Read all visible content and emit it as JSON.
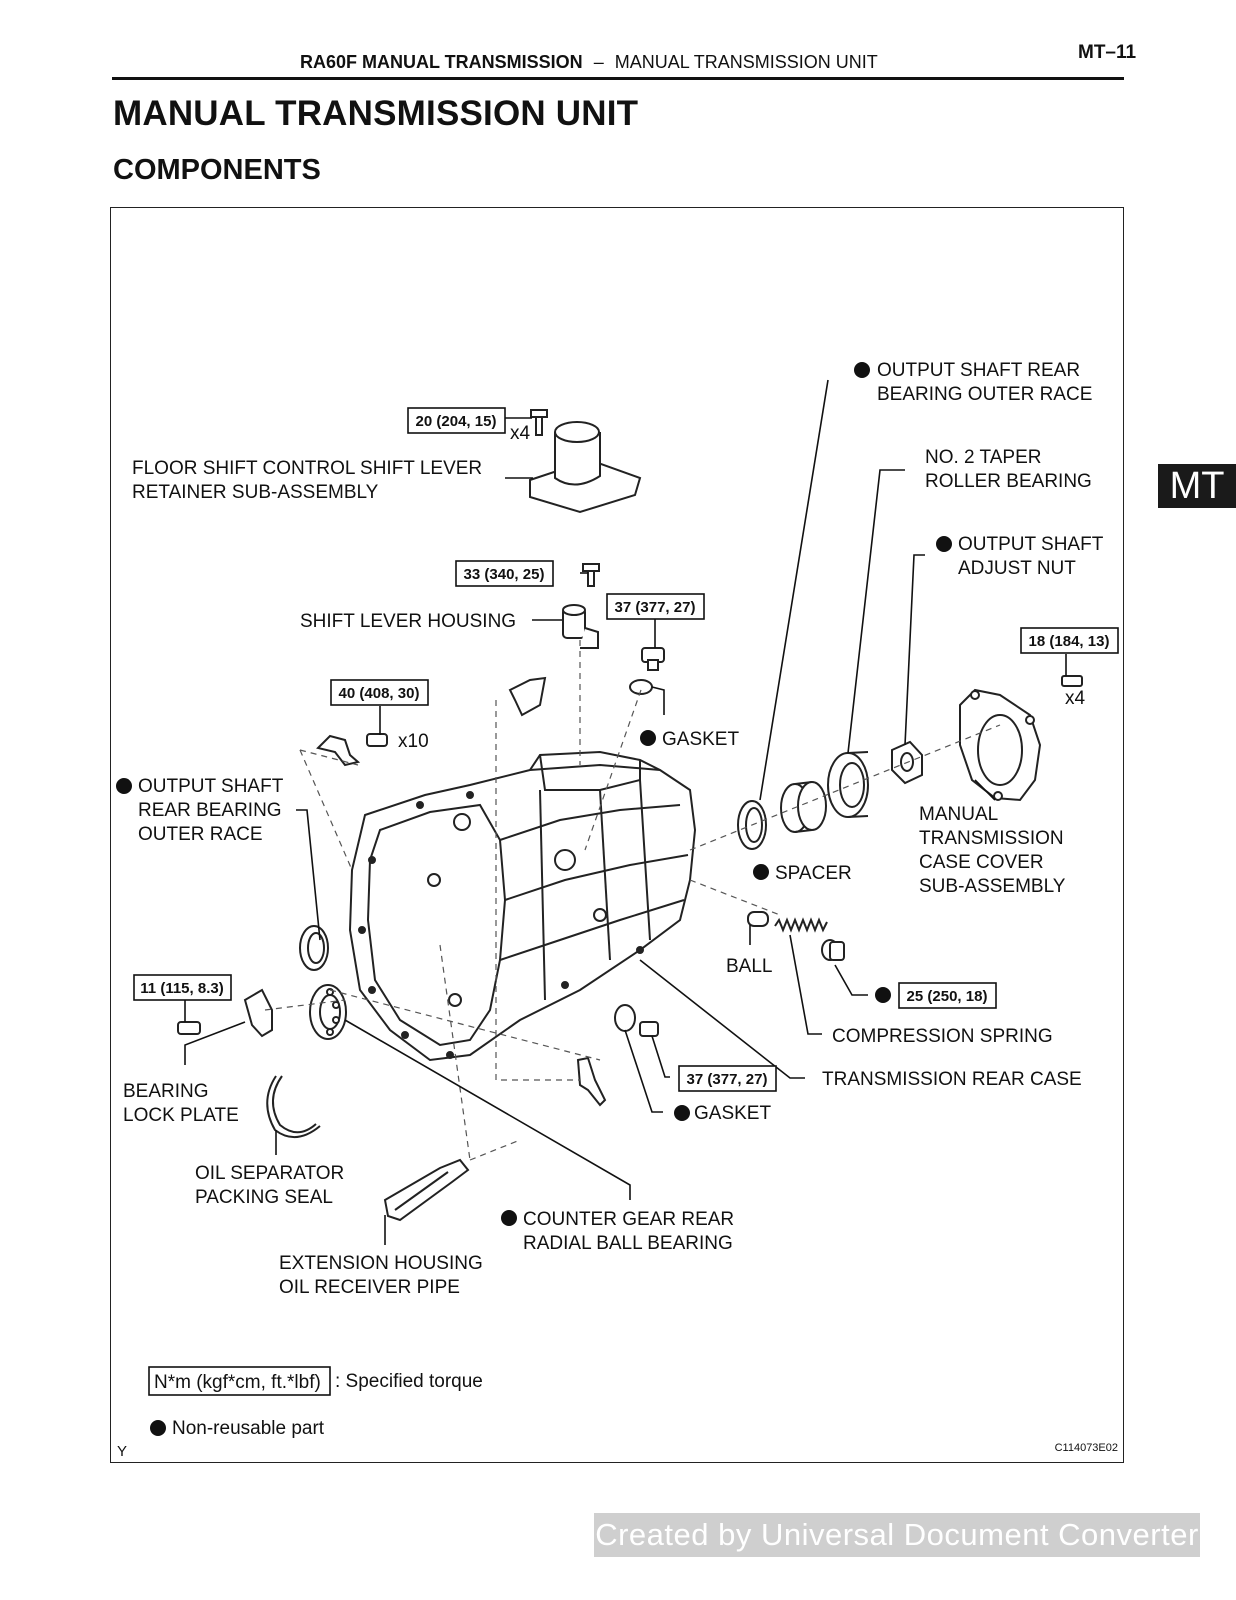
{
  "header": {
    "section_bold": "RA60F MANUAL TRANSMISSION",
    "separator": "–",
    "section_sub": "MANUAL TRANSMISSION UNIT",
    "page_number": "MT–11"
  },
  "title": "MANUAL TRANSMISSION UNIT",
  "subtitle": "COMPONENTS",
  "side_tab": "MT",
  "diagram": {
    "labels": {
      "floor_shift_1": "FLOOR SHIFT CONTROL SHIFT LEVER",
      "floor_shift_2": "RETAINER SUB-ASSEMBLY",
      "shift_lever_housing": "SHIFT LEVER HOUSING",
      "gasket_top": "GASKET",
      "osrbor_top_1": "OUTPUT SHAFT REAR",
      "osrbor_top_2": "BEARING OUTER RACE",
      "taper_1": "NO. 2 TAPER",
      "taper_2": "ROLLER BEARING",
      "adjust_nut_1": "OUTPUT SHAFT",
      "adjust_nut_2": "ADJUST NUT",
      "case_cover_1": "MANUAL",
      "case_cover_2": "TRANSMISSION",
      "case_cover_3": "CASE COVER",
      "case_cover_4": "SUB-ASSEMBLY",
      "osrbor_left_1": "OUTPUT SHAFT",
      "osrbor_left_2": "REAR BEARING",
      "osrbor_left_3": "OUTER RACE",
      "spacer": "SPACER",
      "ball": "BALL",
      "compression_spring": "COMPRESSION SPRING",
      "rear_case": "TRANSMISSION REAR CASE",
      "gasket_bottom": "GASKET",
      "bearing_lock_1": "BEARING",
      "bearing_lock_2": "LOCK PLATE",
      "oil_sep_1": "OIL SEPARATOR",
      "oil_sep_2": "PACKING SEAL",
      "counter_gear_1": "COUNTER GEAR REAR",
      "counter_gear_2": "RADIAL BALL BEARING",
      "ext_housing_1": "EXTENSION HOUSING",
      "ext_housing_2": "OIL RECEIVER PIPE"
    },
    "torques": {
      "t1": "20 (204, 15)",
      "t2": "33 (340, 25)",
      "t3": "37 (377, 27)",
      "t4": "40 (408, 30)",
      "t5": "18 (184, 13)",
      "t6": "11 (115, 8.3)",
      "t7": "25 (250, 18)",
      "t8": "37 (377, 27)"
    },
    "multipliers": {
      "m1": "x4",
      "m2": "x10",
      "m3": "x4"
    },
    "legend": {
      "torque_unit": "N*m (kgf*cm, ft.*lbf)",
      "torque_text": ": Specified torque",
      "nonreusable_text": "Non-reusable part"
    },
    "corner_letter": "Y",
    "figure_code": "C114073E02"
  },
  "watermark": "Created by Universal Document Converter"
}
